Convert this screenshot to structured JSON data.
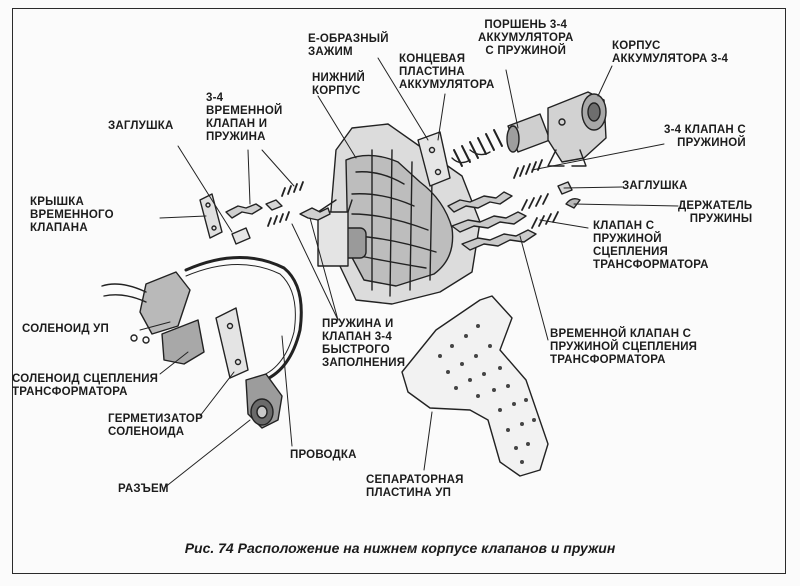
{
  "labels": {
    "e_clip": "Е-ОБРАЗНЫЙ\nЗАЖИМ",
    "accumulator_piston": "ПОРШЕНЬ 3-4\nАККУМУЛЯТОРА\nС ПРУЖИНОЙ",
    "accumulator_housing": "КОРПУС\nАККУМУЛЯТОРА 3-4",
    "accumulator_end_plate": "КОНЦЕВАЯ\nПЛАСТИНА\nАККУМУЛЯТОРА",
    "lower_body": "НИЖНИЙ\nКОРПУС",
    "timing_valve_spring": "3-4\nВРЕМЕННОЙ\nКЛАПАН И\nПРУЖИНА",
    "plug_left": "ЗАГЛУШКА",
    "valve_3_4_spring": "3-4 КЛАПАН С\nПРУЖИНОЙ",
    "plug_right": "ЗАГЛУШКА",
    "spring_retainer": "ДЕРЖАТЕЛЬ\nПРУЖИНЫ",
    "timing_cover": "КРЫШКА\nВРЕМЕННОГО\nКЛАПАНА",
    "tcc_valve_spring": "КЛАПАН С\nПРУЖИНОЙ\nСЦЕПЛЕНИЯ\nТРАНСФОРМАТОРА",
    "solenoid_pc": "СОЛЕНОИД УП",
    "fast_fill_spring_valve": "ПРУЖИНА И\nКЛАПАН 3-4\nБЫСТРОГО\nЗАПОЛНЕНИЯ",
    "tcc_timing_valve": "ВРЕМЕННОЙ КЛАПАН С\nПРУЖИНОЙ СЦЕПЛЕНИЯ\nТРАНСФОРМАТОРА",
    "tcc_solenoid": "СОЛЕНОИД СЦЕПЛЕНИЯ\nТРАНСФОРМАТОРА",
    "solenoid_seal": "ГЕРМЕТИЗАТОР\nСОЛЕНОИДА",
    "wiring": "ПРОВОДКА",
    "connector": "РАЗЪЕМ",
    "separator_plate": "СЕПАРАТОРНАЯ\nПЛАСТИНА УП"
  },
  "caption": "Рис. 74 Расположение на нижнем корпусе клапанов и пружин"
}
